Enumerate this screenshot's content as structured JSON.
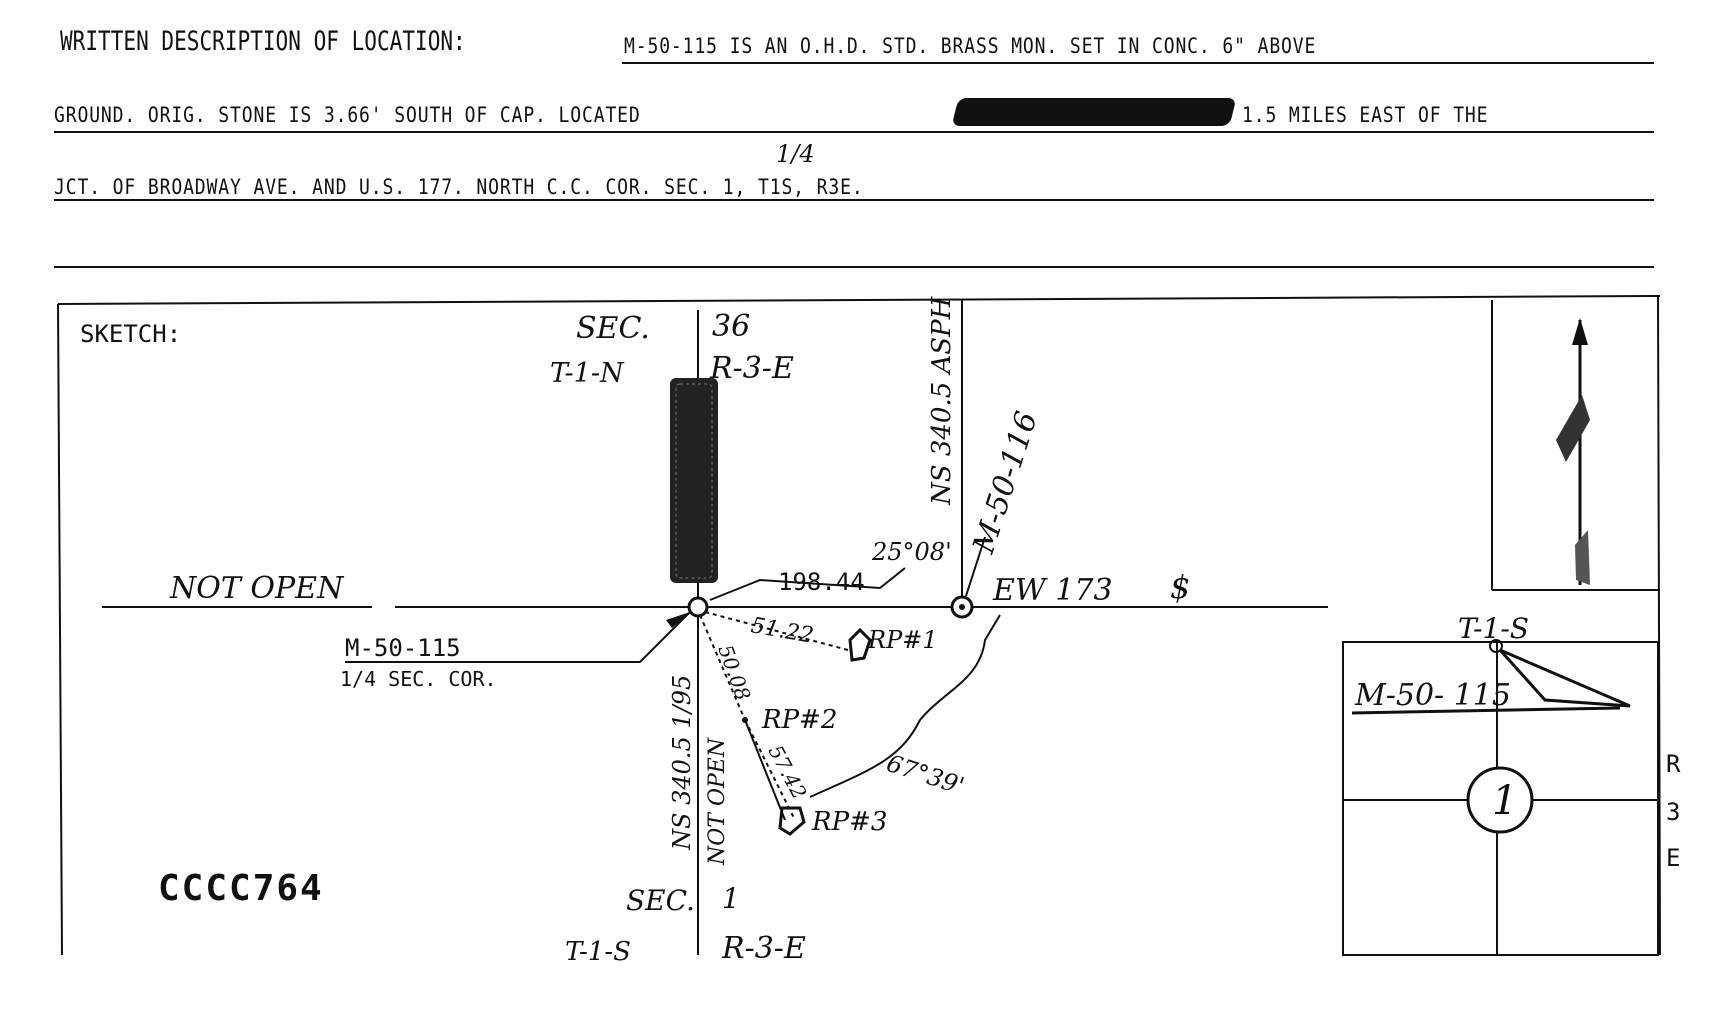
{
  "description": {
    "label": "WRITTEN DESCRIPTION OF LOCATION:",
    "line1": "M-50-115 IS AN O.H.D. STD. BRASS MON. SET IN CONC. 6\" ABOVE",
    "line2a": "GROUND.  ORIG. STONE IS 3.66' SOUTH OF CAP.  LOCATED",
    "line2b": "1.5 MILES EAST OF THE",
    "line3_superscript": "1/4",
    "line3": "JCT. OF BROADWAY AVE. AND U.S. 177.  NORTH C.C. COR. SEC. 1, T1S, R3E."
  },
  "sketch": {
    "label": "SKETCH:",
    "sec_top": "SEC.",
    "sec_top_num": "36",
    "t_top": "T-1-N",
    "r_top": "R-3-E",
    "ns_top": "NS 340.5 ASPH",
    "not_open_left": "NOT OPEN",
    "monument_label": "M-50-115",
    "monument_sub": "1/4 SEC. COR.",
    "dist_198": "198.44",
    "angle_25": "25°08'",
    "m50_116": "M-50-116",
    "ew_173": "EW 173",
    "dist_51": "51.22",
    "rp1": "RP#1",
    "rp2": "RP#2",
    "rp3": "RP#3",
    "dist_50": "50.08",
    "dist_57": "57.42",
    "angle_67": "67°39'",
    "ns_bottom": "NS 340.5 1/95",
    "not_open_bottom": "NOT OPEN",
    "sec_bottom": "SEC.",
    "sec_bottom_num": "1",
    "t_bottom": "T-1-S",
    "r_bottom": "R-3-E",
    "stamp": "CCCC764",
    "inset_t": "T-1-S",
    "inset_m": "M-50- 115",
    "inset_circle": "1",
    "inset_r": [
      "R",
      "3",
      "E"
    ]
  }
}
